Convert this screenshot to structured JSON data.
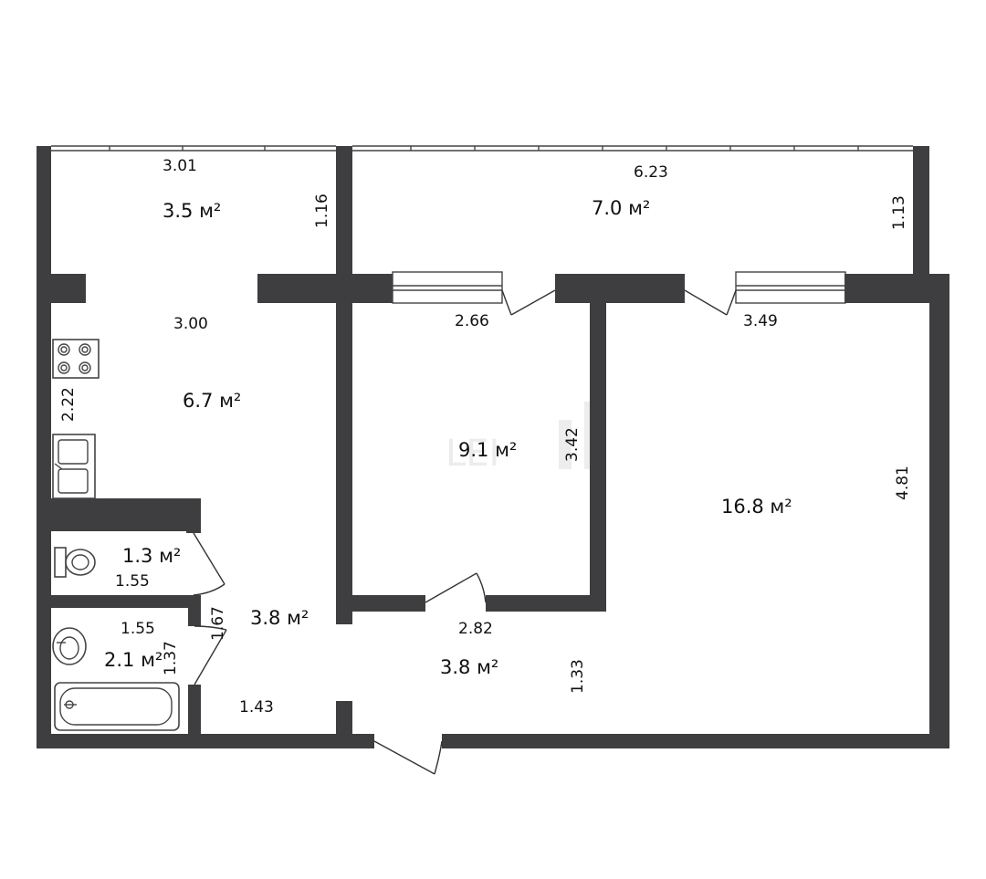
{
  "areas": {
    "balcony_left": "3.5 м²",
    "balcony_right": "7.0 м²",
    "kitchen": "6.7 м²",
    "bedroom": "9.1 м²",
    "living_room": "16.8 м²",
    "toilet": "1.3 м²",
    "bathroom": "2.1 м²",
    "hall_left": "3.8 м²",
    "hall_center": "3.8 м²"
  },
  "dimensions": {
    "balcony_left_width": "3.01",
    "balcony_left_depth": "1.16",
    "balcony_right_width": "6.23",
    "balcony_right_depth": "1.13",
    "kitchen_width": "3.00",
    "kitchen_depth": "2.22",
    "bedroom_width": "2.66",
    "bedroom_depth": "3.42",
    "living_width": "3.49",
    "living_depth": "4.81",
    "toilet_width": "1.55",
    "bathroom_width": "1.55",
    "bathroom_depth": "1.37",
    "hall_left_depth": "1.67",
    "hall_left_width": "1.43",
    "hall_center_width": "2.82",
    "hall_center_depth": "1.33"
  },
  "watermark": "LEI"
}
